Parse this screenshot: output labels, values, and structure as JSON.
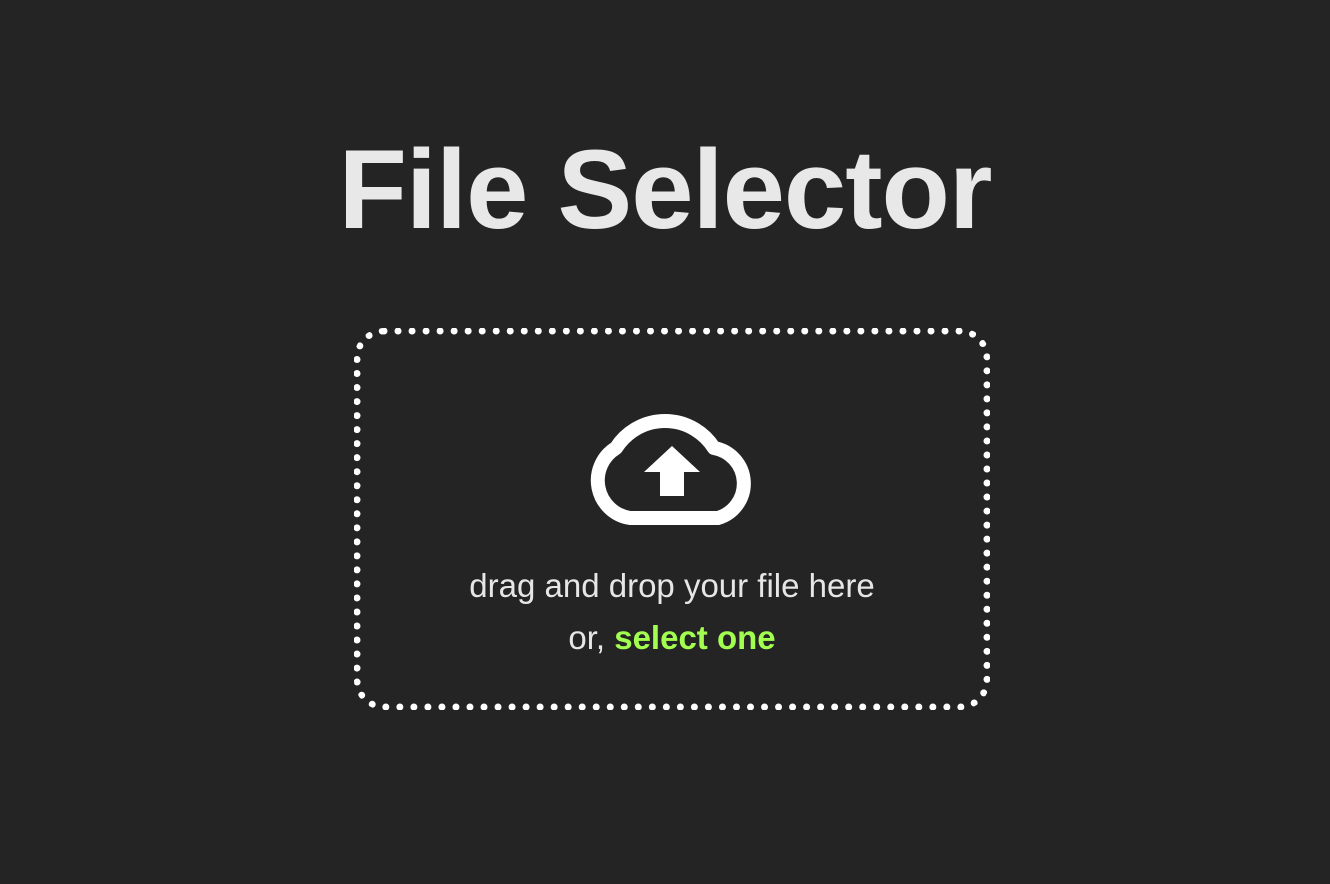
{
  "page": {
    "title": "File Selector"
  },
  "dropzone": {
    "icon": "cloud-upload-icon",
    "instruction": "drag and drop your file here",
    "alt_prefix": "or, ",
    "select_label": "select one"
  },
  "colors": {
    "background": "#242424",
    "text": "#e6e6e6",
    "accent": "#a3ff4f",
    "border": "#ffffff"
  }
}
